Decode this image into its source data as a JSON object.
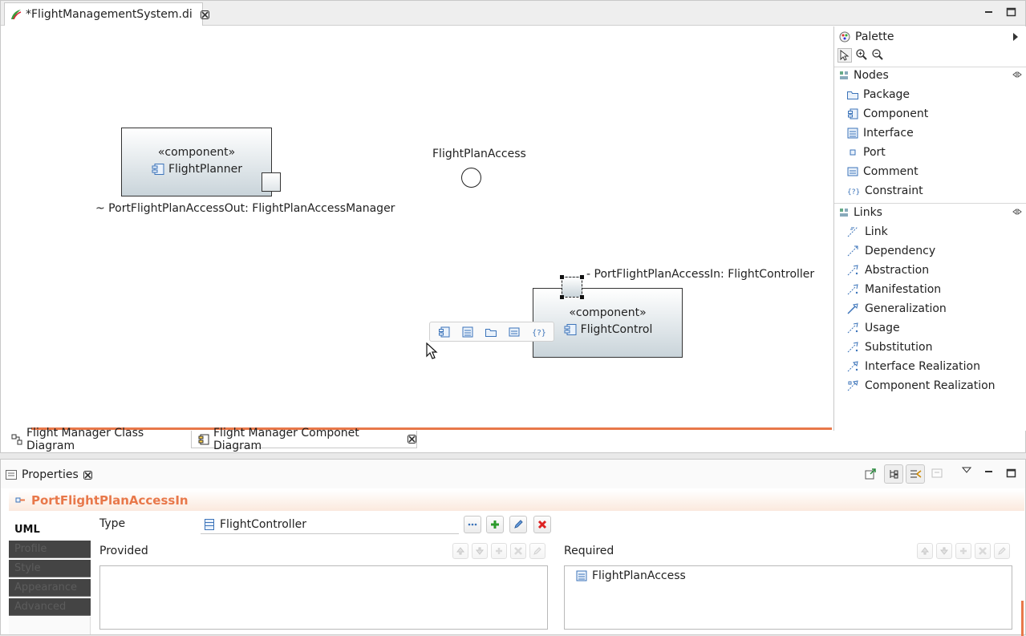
{
  "editor": {
    "tab_label": "*FlightManagementSystem.di",
    "minimize_icon": "minimize-icon",
    "maximize_icon": "maximize-icon"
  },
  "canvas": {
    "flight_planner": {
      "stereotype": "«component»",
      "name": "FlightPlanner"
    },
    "flight_control": {
      "stereotype": "«component»",
      "name": "FlightControl"
    },
    "interface_label": "FlightPlanAccess",
    "port_out_label": "~ PortFlightPlanAccessOut: FlightPlanAccessManager",
    "port_in_label": "- PortFlightPlanAccessIn: FlightController",
    "popup_bar_icons": [
      "component-icon",
      "interface-icon",
      "package-icon",
      "comment-icon",
      "constraint-icon"
    ]
  },
  "palette": {
    "title": "Palette",
    "tools": [
      "select-icon",
      "zoom-in-icon",
      "zoom-out-icon"
    ],
    "nodes_header": "Nodes",
    "nodes": [
      {
        "label": "Package",
        "icon": "package-icon"
      },
      {
        "label": "Component",
        "icon": "component-icon"
      },
      {
        "label": "Interface",
        "icon": "interface-icon"
      },
      {
        "label": "Port",
        "icon": "port-icon"
      },
      {
        "label": "Comment",
        "icon": "comment-icon"
      },
      {
        "label": "Constraint",
        "icon": "constraint-icon"
      }
    ],
    "links_header": "Links",
    "links": [
      {
        "label": "Link",
        "icon": "link-icon"
      },
      {
        "label": "Dependency",
        "icon": "dependency-icon"
      },
      {
        "label": "Abstraction",
        "icon": "abstraction-icon"
      },
      {
        "label": "Manifestation",
        "icon": "manifestation-icon"
      },
      {
        "label": "Generalization",
        "icon": "generalization-icon"
      },
      {
        "label": "Usage",
        "icon": "usage-icon"
      },
      {
        "label": "Substitution",
        "icon": "substitution-icon"
      },
      {
        "label": "Interface Realization",
        "icon": "interface-realization-icon"
      },
      {
        "label": "Component Realization",
        "icon": "component-realization-icon"
      }
    ]
  },
  "diagram_tabs": [
    {
      "label": "Flight Manager Class Diagram"
    },
    {
      "label": "Flight Manager Componet Diagram"
    }
  ],
  "properties": {
    "tab_label": "Properties",
    "element_title": "PortFlightPlanAccessIn",
    "side_tabs": [
      "UML",
      "Profile",
      "Style",
      "Appearance",
      "Advanced"
    ],
    "type_label": "Type",
    "type_value": "FlightController",
    "provided_label": "Provided",
    "required_label": "Required",
    "required_items": [
      "FlightPlanAccess"
    ]
  },
  "colors": {
    "accent": "#e8784a",
    "component_fill_top": "#ffffff",
    "component_fill_bottom": "#c9d4da"
  }
}
